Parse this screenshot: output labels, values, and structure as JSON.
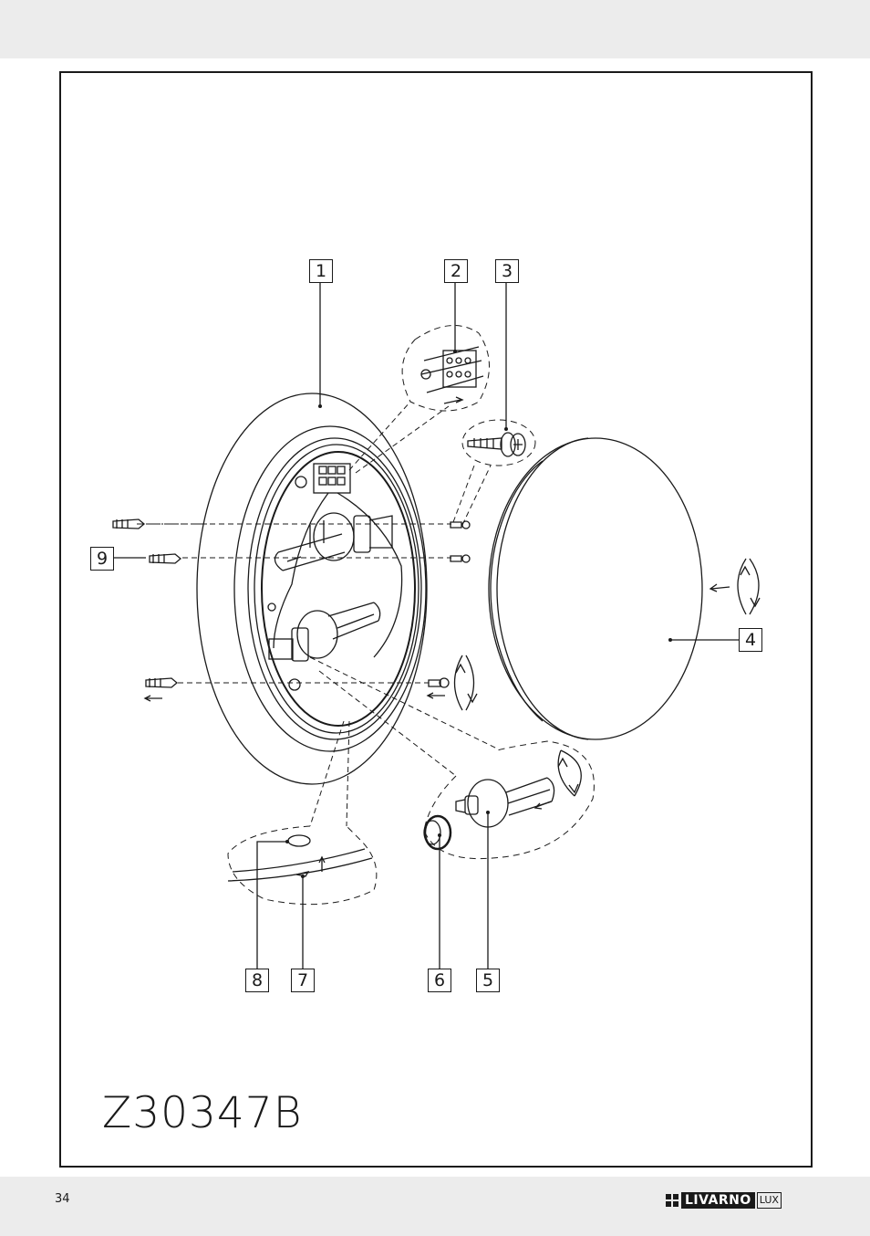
{
  "labels": {
    "l1": "1",
    "l2": "2",
    "l3": "3",
    "l4": "4",
    "l5": "5",
    "l6": "6",
    "l7": "7",
    "l8": "8",
    "l9": "9"
  },
  "model": "Z30347B",
  "footer": {
    "page_number": "34",
    "brand": "LIVARNO",
    "brand_sub": "LUX"
  },
  "icons": [
    "phillips-screw-icon",
    "wall-plug-icon",
    "rotate-arrow-icon",
    "cfl-bulb-icon",
    "terminal-block-icon"
  ],
  "colors": {
    "band": "#ececec",
    "ink": "#1a1a1a"
  }
}
